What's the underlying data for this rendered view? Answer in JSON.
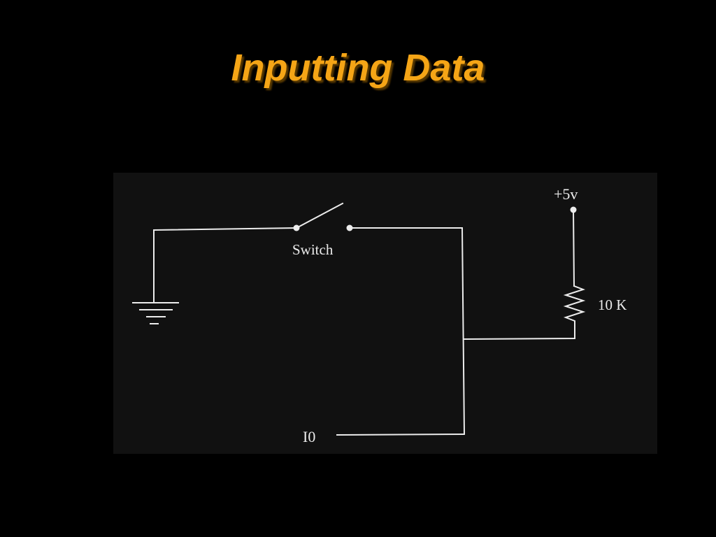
{
  "title": "Inputting Data",
  "circuit": {
    "switch_label": "Switch",
    "supply_label": "+5v",
    "resistor_label": "10 K",
    "input_label": "I0",
    "ground_symbol": "ground-icon",
    "resistor_symbol": "resistor-icon",
    "switch_symbol": "switch-icon"
  },
  "colors": {
    "background": "#000000",
    "title": "#f5a516",
    "diagram_panel": "#111111",
    "wires": "#ececec"
  }
}
